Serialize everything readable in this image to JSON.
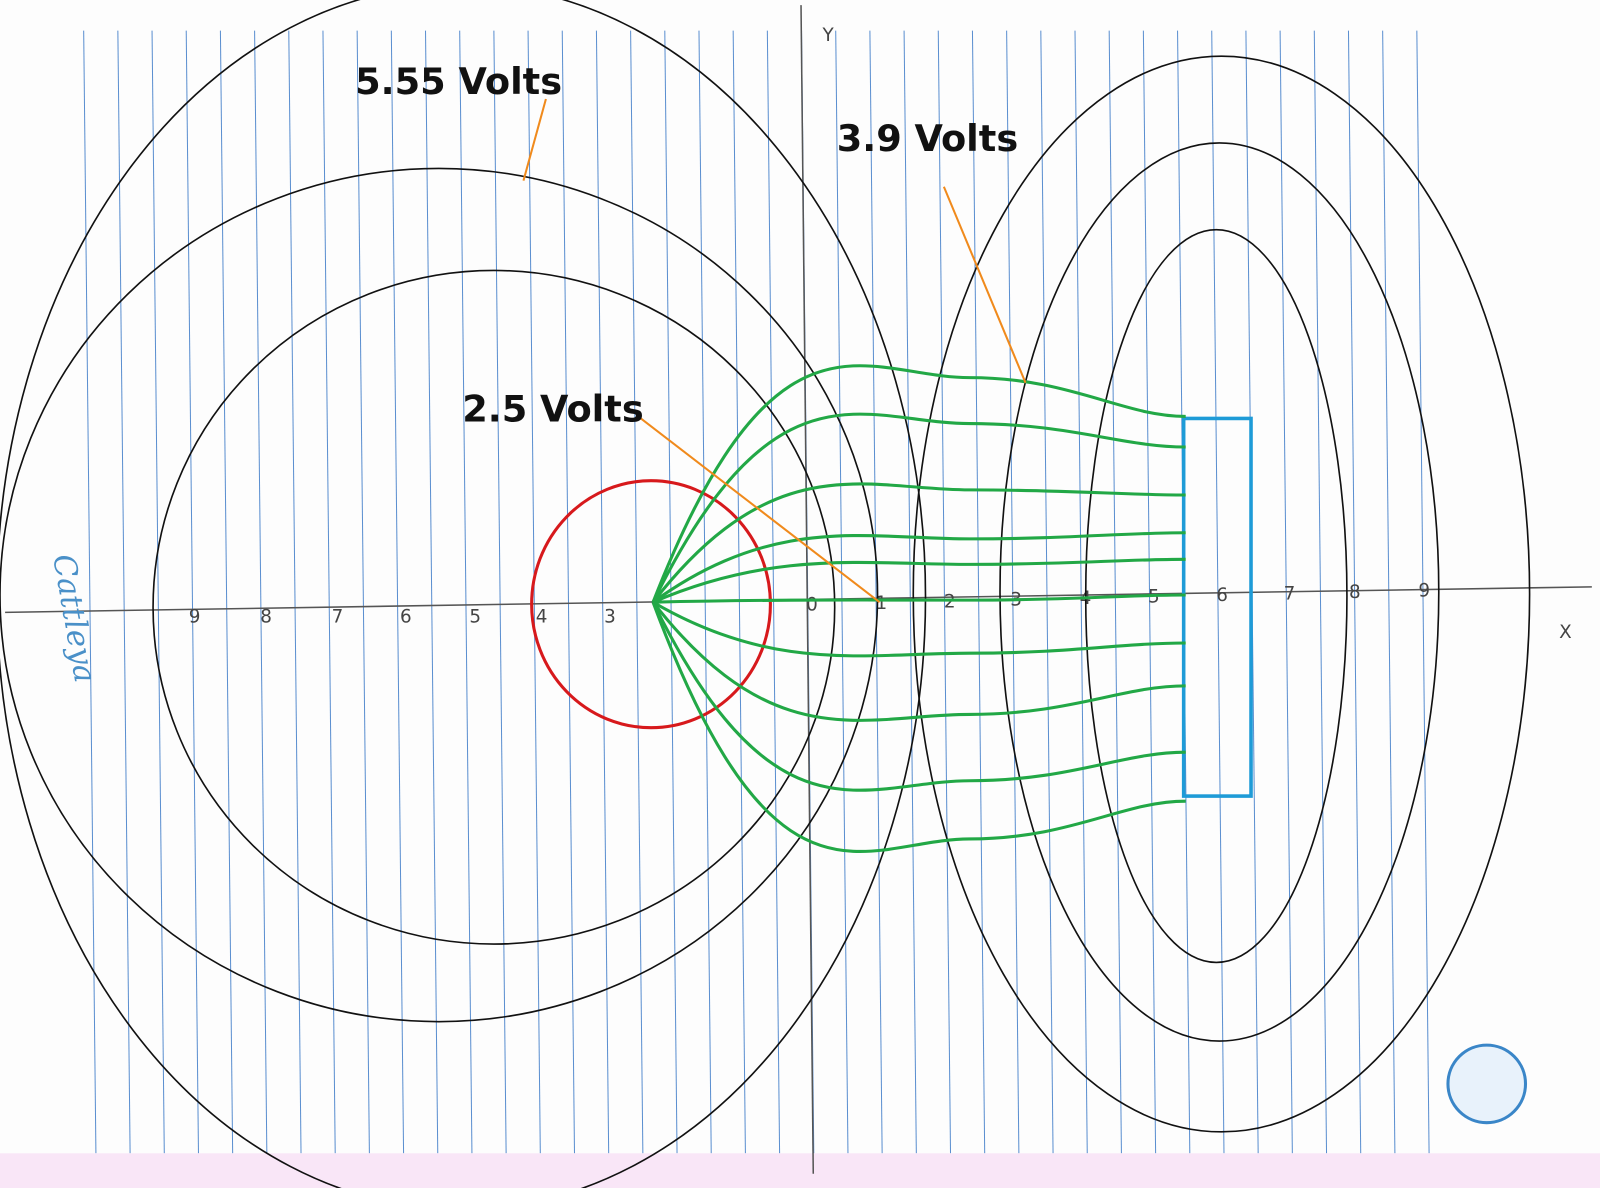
{
  "labels": {
    "outer_left": "5.55 Volts",
    "right": "3.9 Volts",
    "inner": "2.5 Volts"
  },
  "axes": {
    "x_label": "X",
    "y_label": "Y",
    "x_ticks_left": [
      "9",
      "8",
      "7",
      "6",
      "5",
      "4",
      "3"
    ],
    "x_ticks_right": [
      "0",
      "1",
      "2",
      "3",
      "4",
      "5",
      "6",
      "7",
      "8",
      "9"
    ]
  },
  "signature": "Cattleya",
  "colors": {
    "equipotential": "#111111",
    "field_lines": "#22a846",
    "point_electrode": "#d7191c",
    "bar_electrode": "#1e9bd7",
    "annotation_pointer": "#f08a1c",
    "ruled_lines": "#5b8fd0",
    "bottom_strip": "#f9e6f7"
  }
}
